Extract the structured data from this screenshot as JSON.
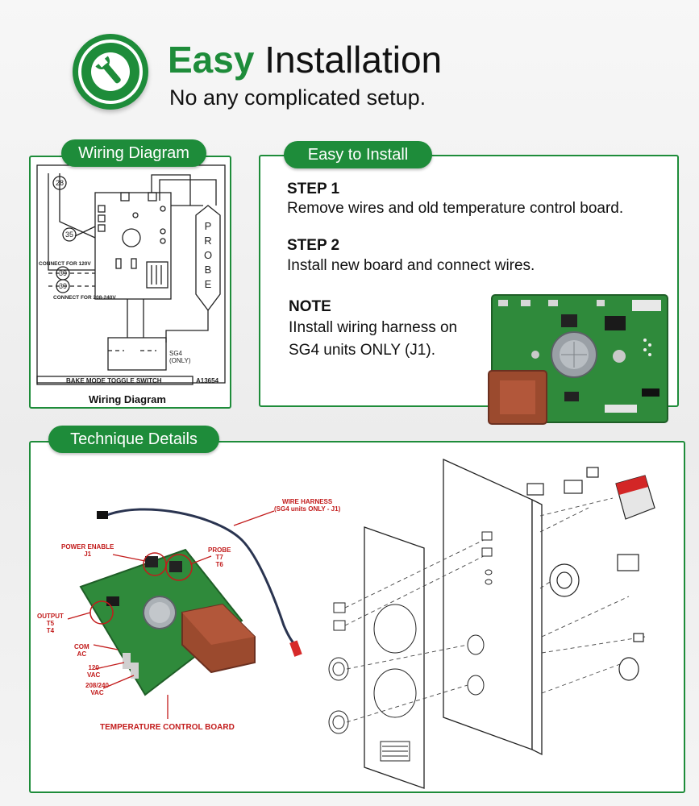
{
  "header": {
    "title_accent": "Easy",
    "title_rest": "Installation",
    "subtitle": "No any complicated setup."
  },
  "wiring": {
    "badge": "Wiring Diagram",
    "caption": "Wiring Diagram",
    "labels": {
      "n28": "28",
      "n35": "35",
      "n39a": "39",
      "n39b": "39",
      "connect120": "CONNECT FOR 120V",
      "connect208": "CONNECT FOR 208-240V",
      "probe": [
        "P",
        "R",
        "O",
        "B",
        "E"
      ],
      "sg4_line1": "SG4",
      "sg4_line2": "(ONLY)",
      "switch": "BAKE MODE TOGGLE SWITCH",
      "part": "A13654"
    }
  },
  "install": {
    "badge": "Easy to Install",
    "step1_title": "STEP 1",
    "step1_text": "Remove wires and old temperature control board.",
    "step2_title": "STEP 2",
    "step2_text": "Install new board and connect wires.",
    "note_title": "NOTE",
    "note_line1": "IInstall wiring harness on",
    "note_line2": "SG4 units ONLY (J1)."
  },
  "technique": {
    "badge": "Technique Details",
    "callouts": {
      "harness_1": "WIRE HARNESS",
      "harness_2": "(SG4 units ONLY - J1)",
      "power_1": "POWER ENABLE",
      "power_2": "J1",
      "probe_1": "PROBE",
      "probe_2": "T7",
      "probe_3": "T6",
      "output_1": "OUTPUT",
      "output_2": "T5",
      "output_3": "T4",
      "com_1": "COM",
      "com_2": "AC",
      "v120_1": "120",
      "v120_2": "VAC",
      "v208_1": "208/240",
      "v208_2": "VAC",
      "board": "TEMPERATURE CONTROL BOARD"
    }
  },
  "colors": {
    "brand_green": "#1e8c3a",
    "callout_red": "#c21b1b",
    "board_green": "#2f8a3b",
    "transformer_brown": "#9b4a2e"
  },
  "icons": [
    "wrench-icon"
  ]
}
